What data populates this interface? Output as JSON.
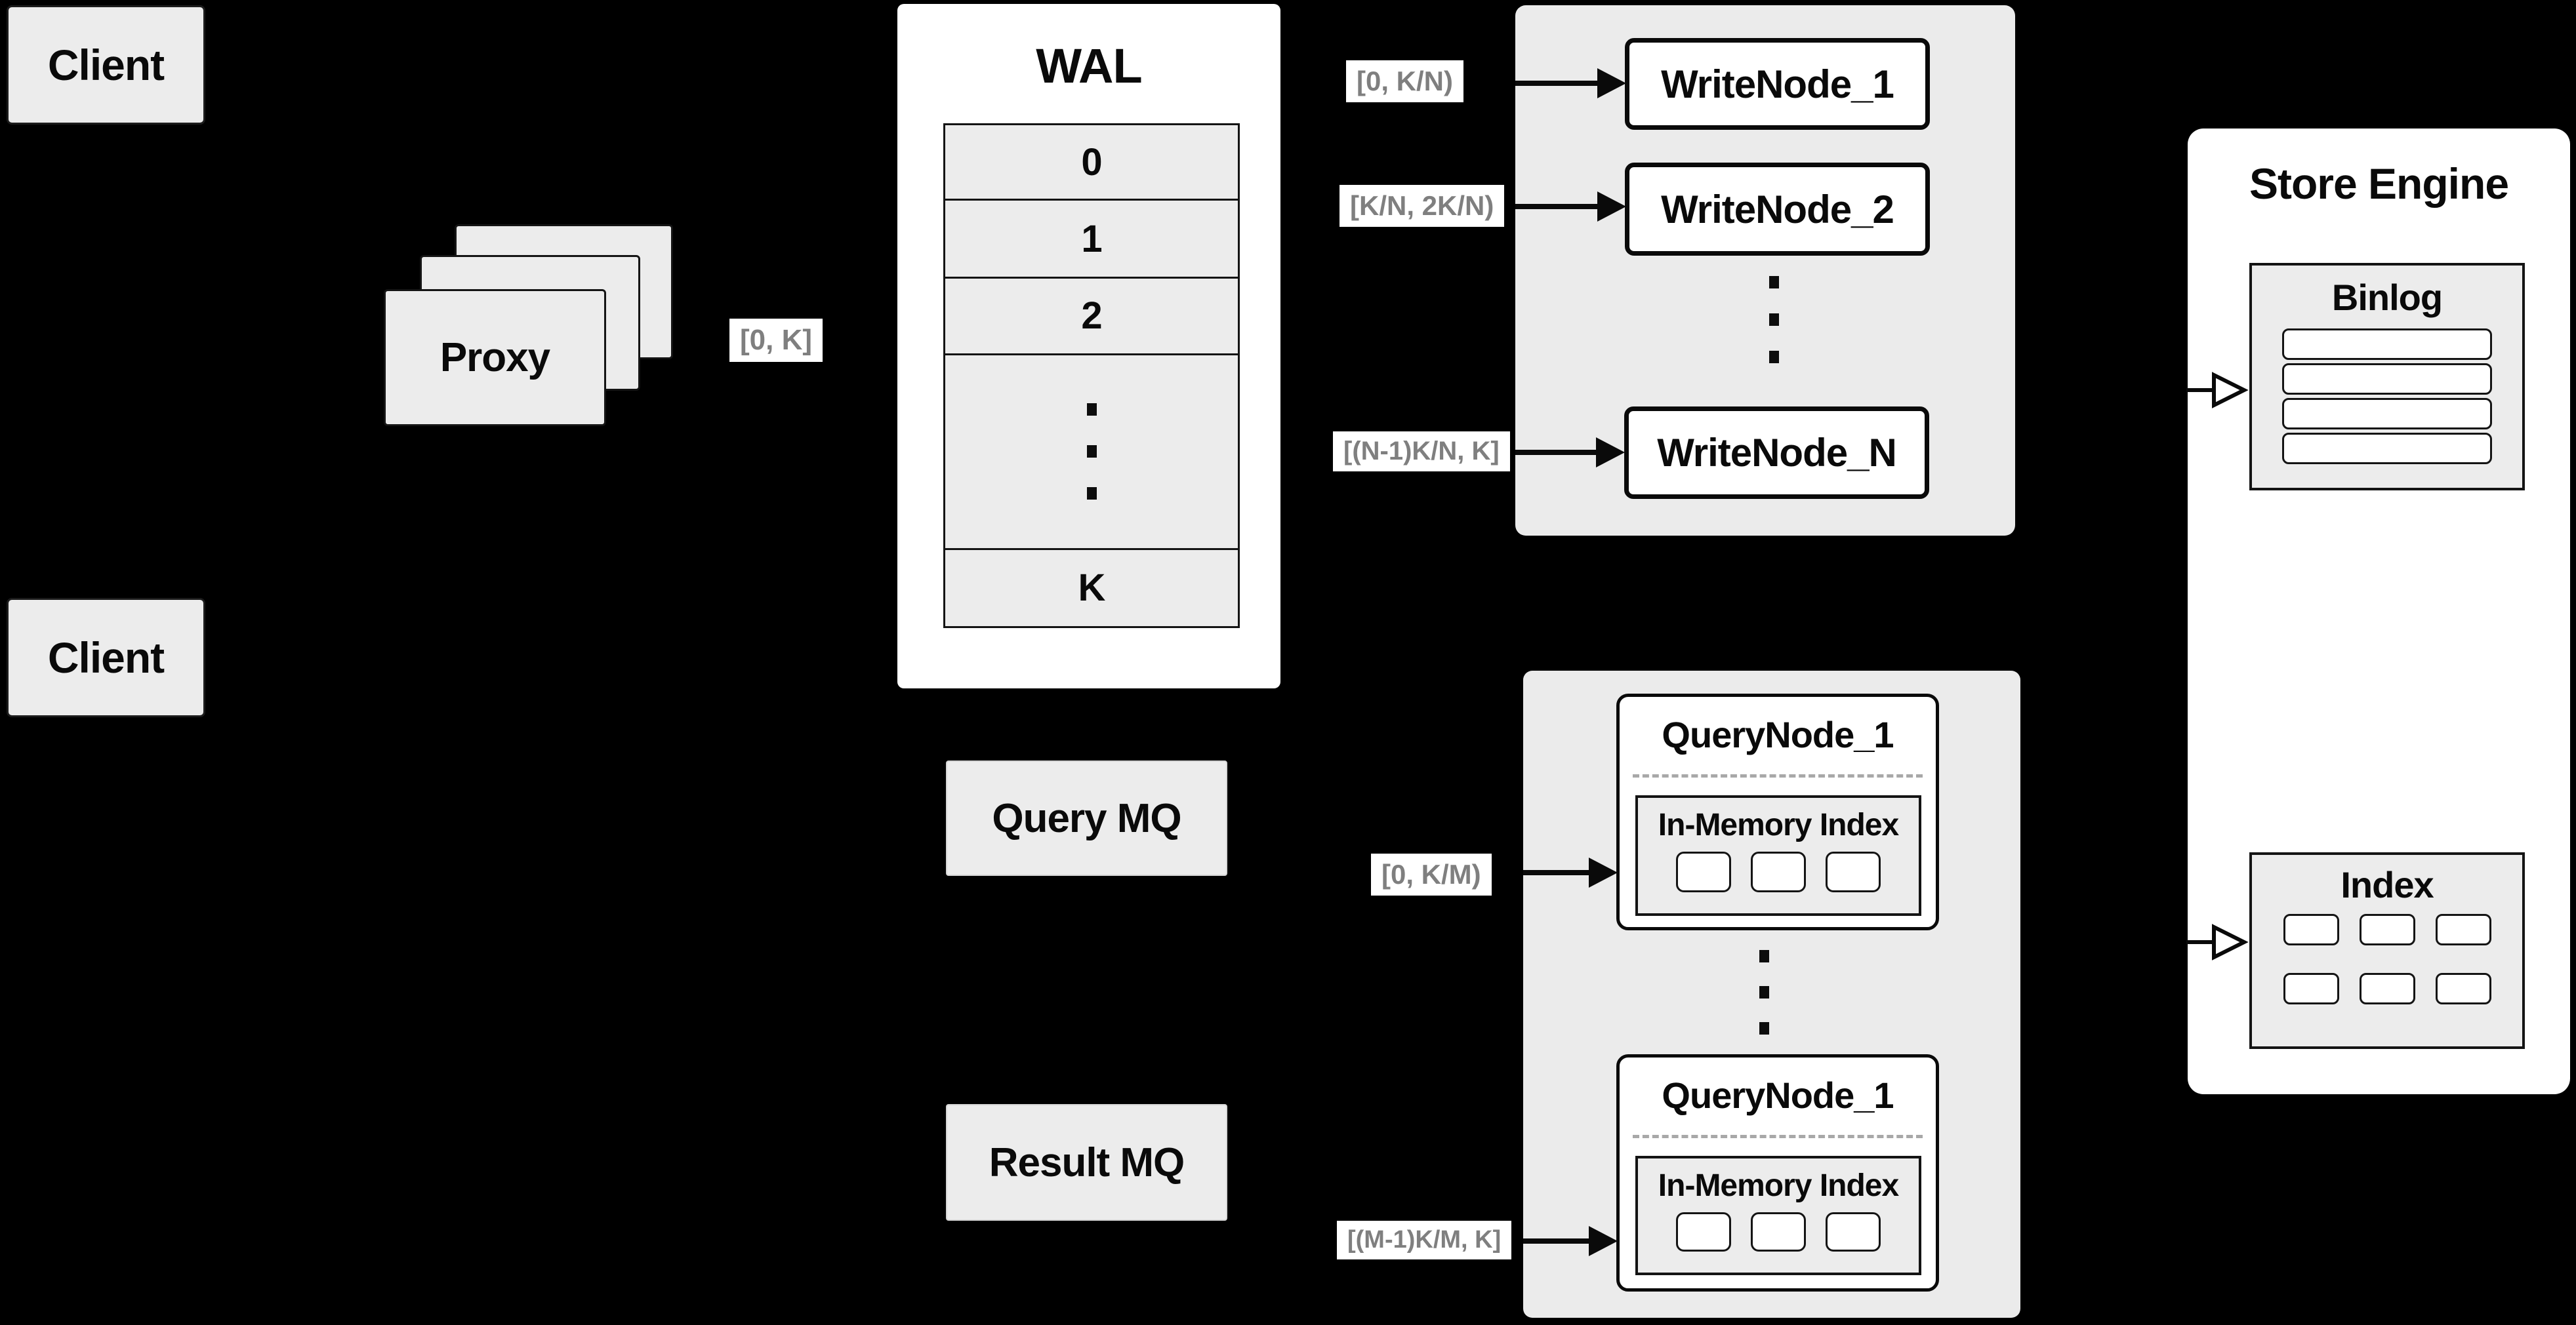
{
  "colors": {
    "background": "#000000",
    "panel_gray": "#ebebeb",
    "box_gray": "#ececec",
    "panel_white": "#ffffff",
    "ink": "#0a0a0a",
    "range_text": "#7f7f7f",
    "dashed_divider": "#a8a8a8"
  },
  "clients": {
    "top_label": "Client",
    "bottom_label": "Client"
  },
  "proxy": {
    "label": "Proxy",
    "range_out": "[0, K]",
    "stack_count": 3
  },
  "wal": {
    "title": "WAL",
    "rows": [
      "0",
      "1",
      "2"
    ],
    "last_row": "K",
    "ellipsis": "···"
  },
  "write_cluster": {
    "nodes": [
      "WriteNode_1",
      "WriteNode_2",
      "WriteNode_N"
    ],
    "ranges": [
      "[0, K/N)",
      "[K/N, 2K/N)",
      "[(N-1)K/N, K]"
    ],
    "ellipsis": "···"
  },
  "mq": {
    "query": "Query MQ",
    "result": "Result MQ"
  },
  "query_cluster": {
    "nodes": [
      {
        "title": "QueryNode_1",
        "index_label": "In-Memory Index"
      },
      {
        "title": "QueryNode_1",
        "index_label": "In-Memory Index"
      }
    ],
    "ranges": [
      "[0, K/M)",
      "[(M-1)K/M, K]"
    ],
    "ellipsis": "···"
  },
  "store_engine": {
    "title": "Store Engine",
    "binlog": {
      "title": "Binlog",
      "segment_count": 4
    },
    "index": {
      "title": "Index",
      "cell_count": 6
    }
  }
}
